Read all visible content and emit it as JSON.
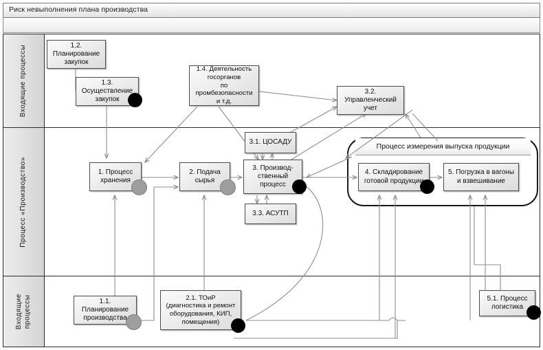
{
  "window": {
    "title": "Риск невыполнения плана производства"
  },
  "lanes": [
    {
      "id": "lane-incoming-top",
      "label": "Входящие процессы"
    },
    {
      "id": "lane-production",
      "label": "Процесс «Производство»"
    },
    {
      "id": "lane-incoming-bottom",
      "label": "Входящие\nпроцессы"
    }
  ],
  "group": {
    "title": "Процесс измерения выпуска продукции"
  },
  "nodes": [
    {
      "id": "n12",
      "label": "1.2.\nПланирование\nзакупок"
    },
    {
      "id": "n13",
      "label": "1.3.\nОсуществление\nзакупок"
    },
    {
      "id": "n14",
      "label": "1.4. Деятельность\nгосорганов\nпо промбезопасности\nи т.д."
    },
    {
      "id": "n32",
      "label": "3.2.\nУправленческий\nучет"
    },
    {
      "id": "n31",
      "label": "3.1. ЦОСАДУ"
    },
    {
      "id": "n1",
      "label": "1. Процесс\nхранения"
    },
    {
      "id": "n2",
      "label": "2. Подача\nсырья"
    },
    {
      "id": "n3",
      "label": "3. Производ-\nственный\nпроцесс"
    },
    {
      "id": "n33",
      "label": "3.3. АСУТП"
    },
    {
      "id": "n4",
      "label": "4. Складирование\nготовой продукции"
    },
    {
      "id": "n5",
      "label": "5. Погрузка в вагоны\nи взвешивание"
    },
    {
      "id": "n11",
      "label": "1.1.\nПланирование\nпроизводства"
    },
    {
      "id": "n21",
      "label": "2.1. ТОиР\n(диагностика и ремонт\nоборудования, КИП,\nпомещения)"
    },
    {
      "id": "n51",
      "label": "5.1. Процесс\nлогистика"
    }
  ],
  "colors": {
    "frame": "#2b2b2b",
    "node_border": "#4a4a4a",
    "connector": "#8e8e8e",
    "marker_black": "#000000",
    "marker_grey": "#9e9e9e",
    "lane_header_bg": "#e2e2e2"
  }
}
